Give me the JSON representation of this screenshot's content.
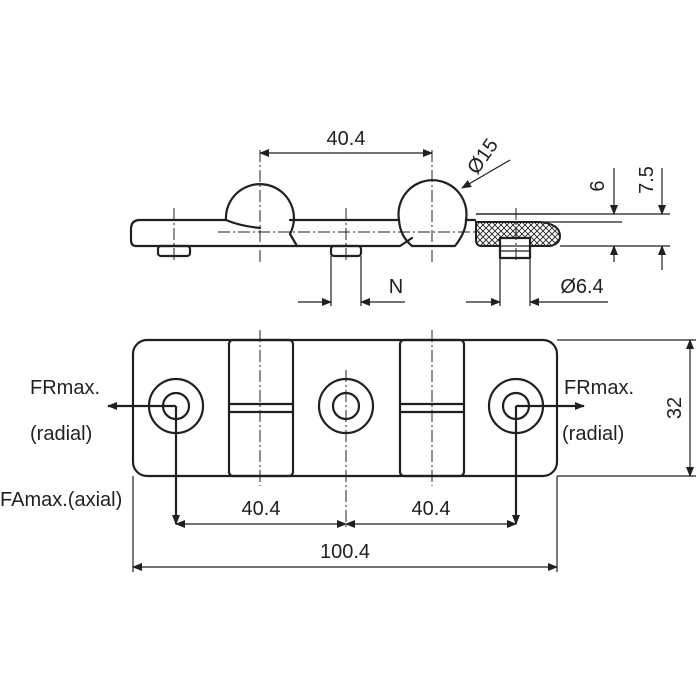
{
  "dimensions": {
    "top_pitch": "40.4",
    "ball_diameter": "Ø15",
    "height_6": "6",
    "height_7_5": "7.5",
    "n_label": "N",
    "stud_diameter": "Ø6.4",
    "width": "32",
    "pitch_left": "40.4",
    "pitch_right": "40.4",
    "overall_length": "100.4"
  },
  "loads": {
    "fr_left_1": "FRmax.",
    "fr_left_2": "(radial)",
    "fr_right_1": "FRmax.",
    "fr_right_2": "(radial)",
    "fa_label": "FAmax.(axial)"
  }
}
